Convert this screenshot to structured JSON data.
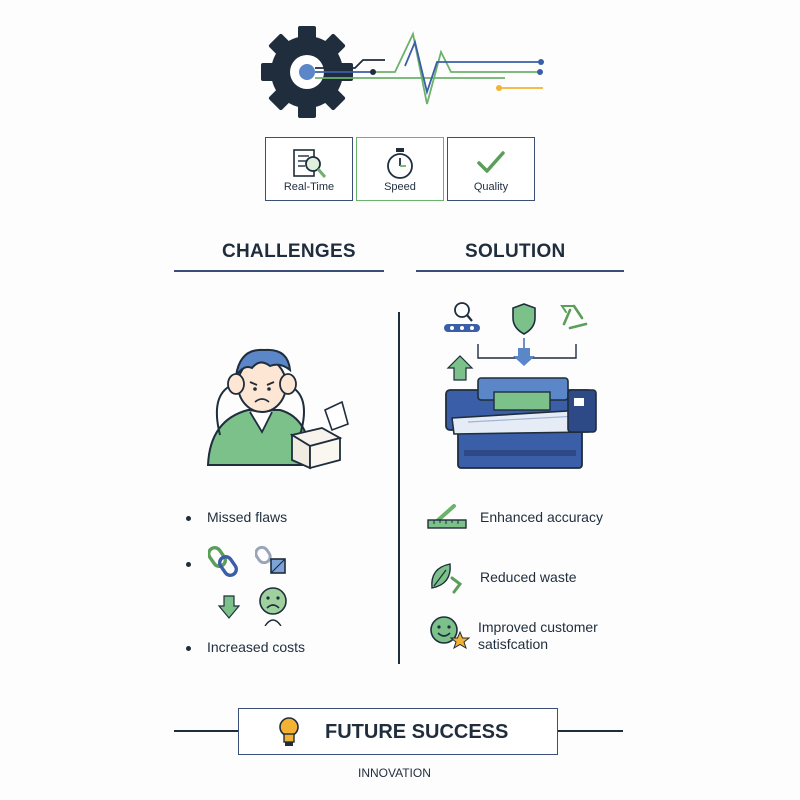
{
  "features": [
    {
      "label": "Real-Time",
      "icon": "document-magnifier-icon"
    },
    {
      "label": "Speed",
      "icon": "stopwatch-icon"
    },
    {
      "label": "Quality",
      "icon": "checkmark-icon"
    }
  ],
  "challenges": {
    "title": "CHALLENGES",
    "items": [
      "Missed flaws",
      "Increased costs"
    ]
  },
  "solution": {
    "title": "SOLUTION",
    "items": [
      "Enhanced accuracy",
      "Reduced waste",
      "Improved customer",
      "satisfcation"
    ]
  },
  "footer": {
    "title": "FUTURE SUCCESS",
    "subtitle": "INNOVATION"
  },
  "colors": {
    "navy": "#1f2d3d",
    "blue": "#3b5ea8",
    "green": "#6bb26b",
    "yellow": "#f2b233",
    "border": "#3b4e7a"
  }
}
